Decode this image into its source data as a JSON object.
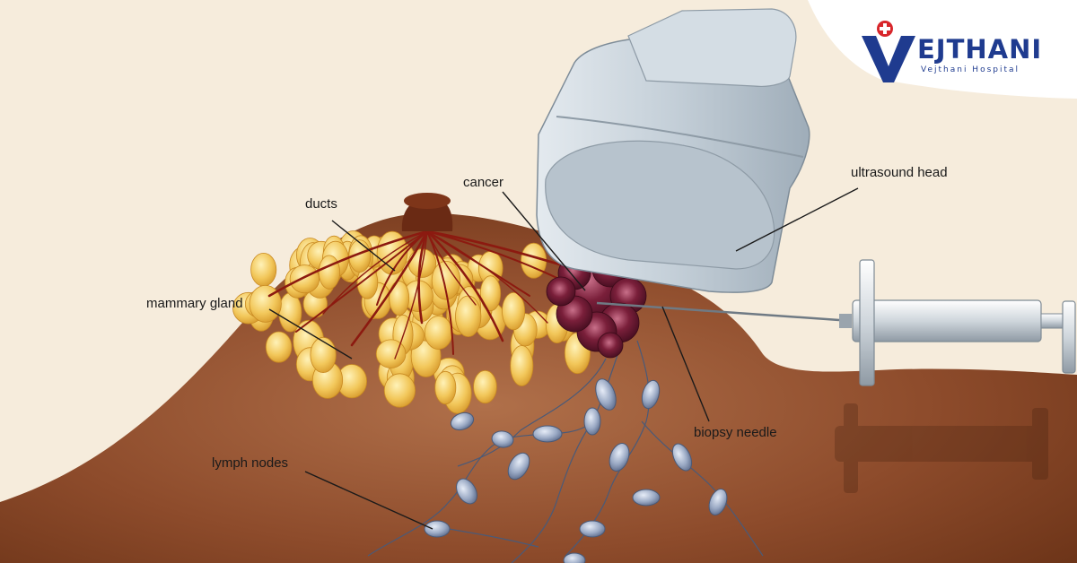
{
  "brand": {
    "name_rest": "EJTHANI",
    "subtitle": "Vejthani Hospital",
    "colors": {
      "blue": "#1f3b8f",
      "red": "#d8262b"
    }
  },
  "labels": {
    "ducts": "ducts",
    "cancer": "cancer",
    "ultrasound_head": "ultrasound head",
    "mammary_gland": "mammary gland",
    "biopsy_needle": "biopsy needle",
    "lymph_nodes": "lymph nodes"
  },
  "colors": {
    "background": "#f6ecdc",
    "skin": "#8a4a2a",
    "fat_lobules": "#f0c65a",
    "ducts": "#8c1a10",
    "tumor": "#6b1830",
    "probe": "#c7d2da",
    "lymph": "#9aa9c4"
  }
}
